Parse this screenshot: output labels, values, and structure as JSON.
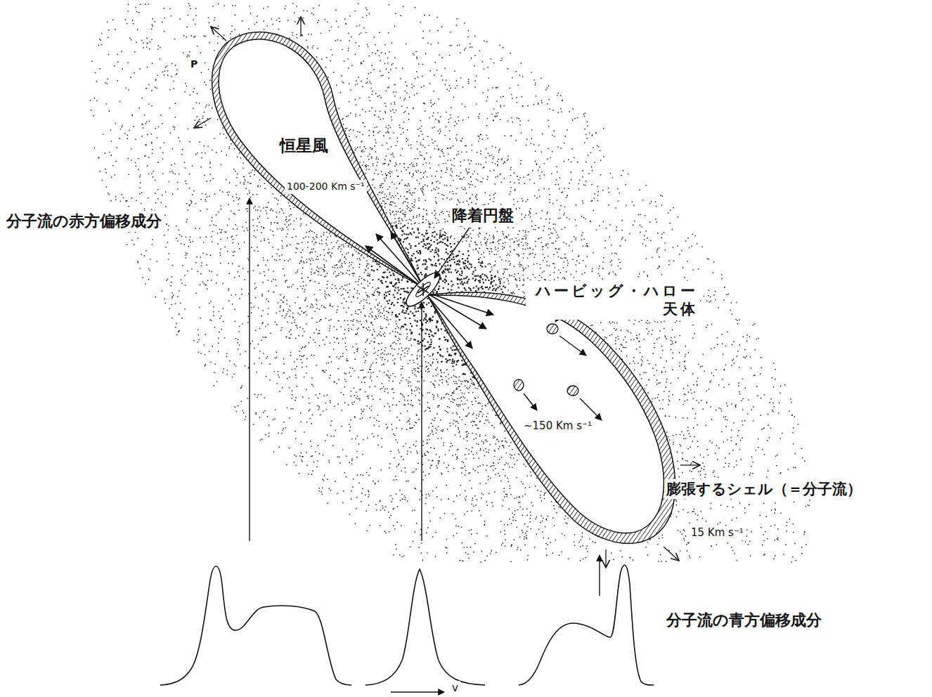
{
  "diagram": {
    "labels": [
      "恒星風",
      "100-200 Km s⁻¹",
      "降着円盤",
      "ハービッグ・ハロー 天体",
      "~150 Km s⁻¹",
      "膨張するシェル（＝分子流）",
      "15 Km s⁻¹",
      "分子流の赤方偏移成分",
      "分子流の青方偏移成分",
      "v",
      "P"
    ]
  }
}
